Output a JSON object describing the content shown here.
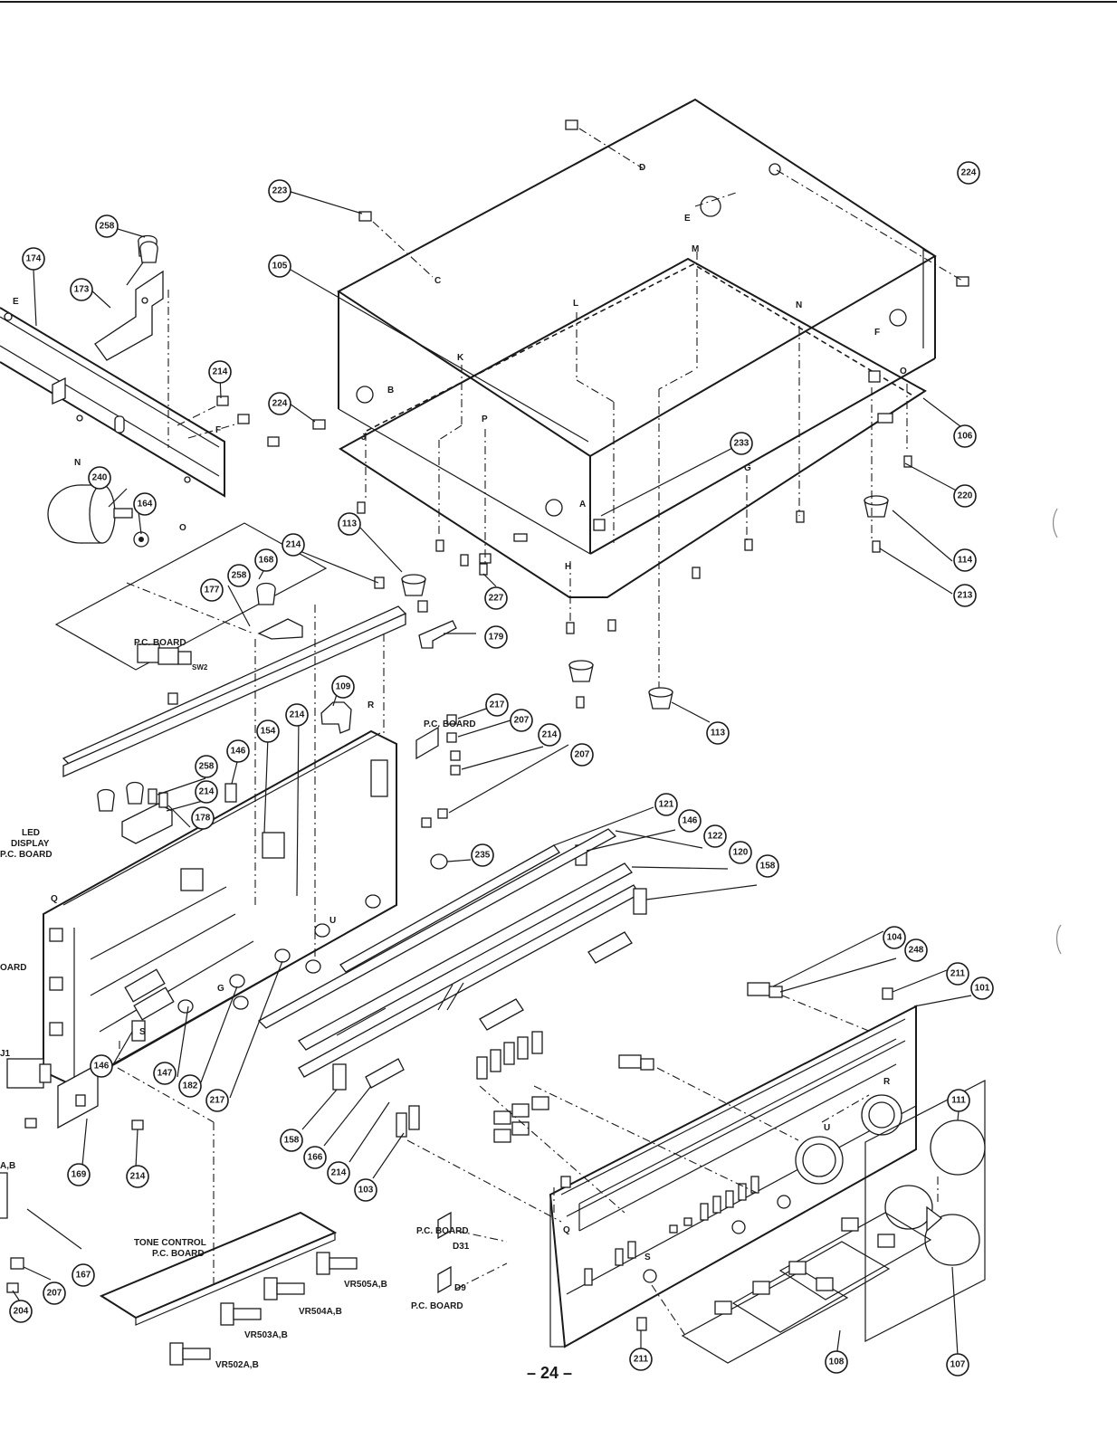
{
  "page_number": "– 24 –",
  "labels": {
    "pc_board": "P.C. BOARD",
    "sw2": "SW2",
    "led_line1": "LED",
    "led_line2": "DISPLAY",
    "led_line3": "P.C. BOARD",
    "board_cut": "OARD",
    "j1": "J1",
    "ab_cut": "A,B",
    "tone_line1": "TONE CONTROL",
    "tone_line2": "P.C. BOARD",
    "vr505": "VR505A,B",
    "vr504": "VR504A,B",
    "vr503": "VR503A,B",
    "vr502": "VR502A,B",
    "d31": "D31",
    "d9": "D9"
  },
  "letters": {
    "A": "A",
    "B": "B",
    "C": "C",
    "D": "D",
    "E": "E",
    "F": "F",
    "G": "G",
    "H": "H",
    "J": "J",
    "K": "K",
    "L": "L",
    "M": "M",
    "N": "N",
    "O": "O",
    "P": "P",
    "Q": "Q",
    "R": "R",
    "S": "S",
    "U": "U"
  },
  "callouts": {
    "c258a": "258",
    "c174": "174",
    "c173": "173",
    "c223": "223",
    "c105": "105",
    "c224a": "224",
    "c224b": "224",
    "c214a": "214",
    "c240": "240",
    "c164": "164",
    "c106": "106",
    "c233": "233",
    "c220": "220",
    "c113a": "113",
    "c227": "227",
    "c114": "114",
    "c213": "213",
    "c214b": "214",
    "c168": "168",
    "c258b": "258",
    "c177": "177",
    "c179": "179",
    "c109": "109",
    "c217a": "217",
    "c207a": "207",
    "c214c": "214",
    "c207b": "207",
    "c113b": "113",
    "c214d": "214",
    "c154": "154",
    "c146a": "146",
    "c258c": "258",
    "c214e": "214",
    "c178": "178",
    "c121": "121",
    "c146b": "146",
    "c122": "122",
    "c120": "120",
    "c158a": "158",
    "c235": "235",
    "c104": "104",
    "c248": "248",
    "c211a": "211",
    "c101": "101",
    "c146c": "146",
    "c147": "147",
    "c182": "182",
    "c217b": "217",
    "c111": "111",
    "c169": "169",
    "c214f": "214",
    "c158b": "158",
    "c166": "166",
    "c214g": "214",
    "c103": "103",
    "c167": "167",
    "c207c": "207",
    "c204": "204",
    "c211b": "211",
    "c108": "108",
    "c107": "107"
  }
}
